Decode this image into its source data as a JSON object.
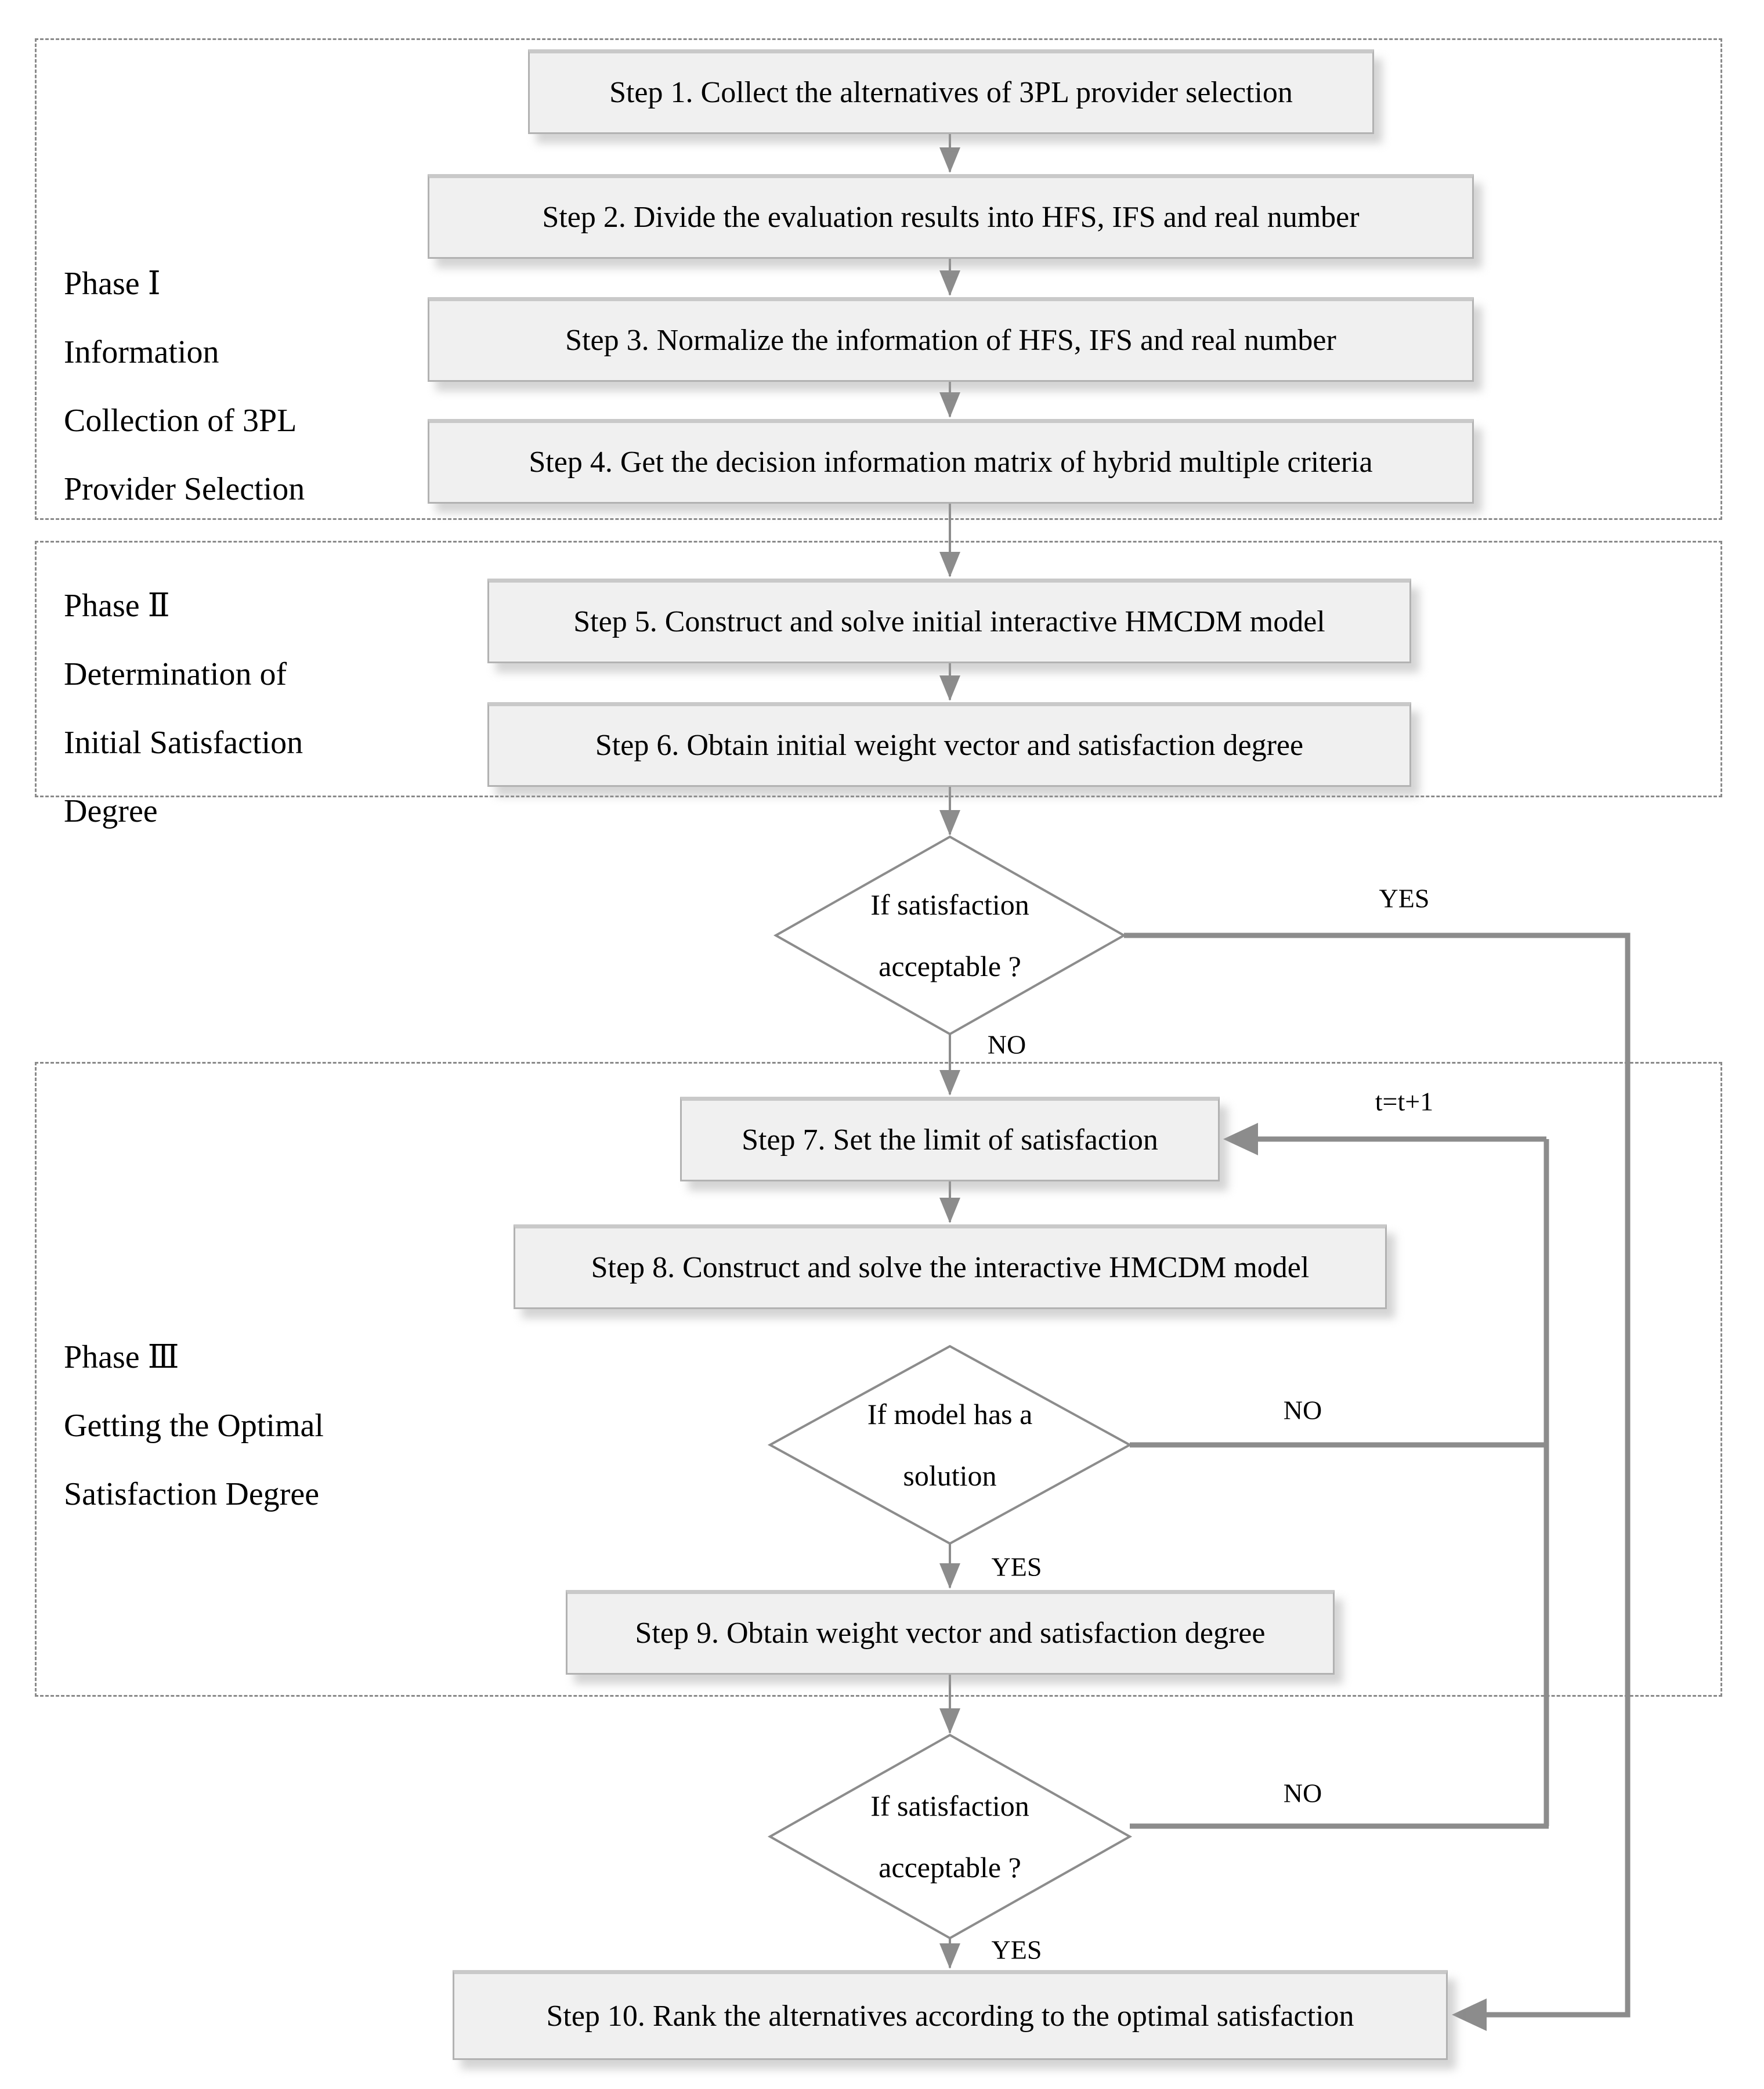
{
  "phases": [
    {
      "label": "Phase Ⅰ\nInformation\nCollection of 3PL\nProvider Selection"
    },
    {
      "label": "Phase Ⅱ\nDetermination of\nInitial Satisfaction\nDegree"
    },
    {
      "label": "Phase Ⅲ\nGetting the Optimal\nSatisfaction Degree"
    }
  ],
  "steps": [
    "Step 1. Collect the alternatives of 3PL provider selection",
    "Step 2. Divide the evaluation results into HFS, IFS and real number",
    "Step 3. Normalize the information of HFS, IFS and real number",
    "Step 4. Get the decision information matrix of hybrid multiple criteria",
    "Step 5. Construct and solve initial interactive HMCDM model",
    "Step 6. Obtain initial weight vector and satisfaction degree",
    "Step 7. Set the limit of satisfaction",
    "Step 8. Construct and solve the interactive HMCDM model",
    "Step 9. Obtain weight vector and satisfaction degree",
    "Step 10. Rank the alternatives according to the optimal satisfaction"
  ],
  "decisions": [
    {
      "text": "If satisfaction\nacceptable ?"
    },
    {
      "text": "If  model has a\nsolution"
    },
    {
      "text": "If satisfaction\nacceptable ?"
    }
  ],
  "edge_labels": {
    "yes_top": "YES",
    "no_top": "NO",
    "t_update": "t=t+1",
    "no_model": "NO",
    "yes_model": "YES",
    "no_satisfaction": "NO",
    "yes_satisfaction": "YES"
  },
  "colors": {
    "line": "#8c8c8c",
    "box_fill": "#f0f0f0",
    "box_border": "#b2b2b2",
    "phase_border": "#8a8a8a",
    "text": "#000000",
    "background": "#ffffff"
  }
}
